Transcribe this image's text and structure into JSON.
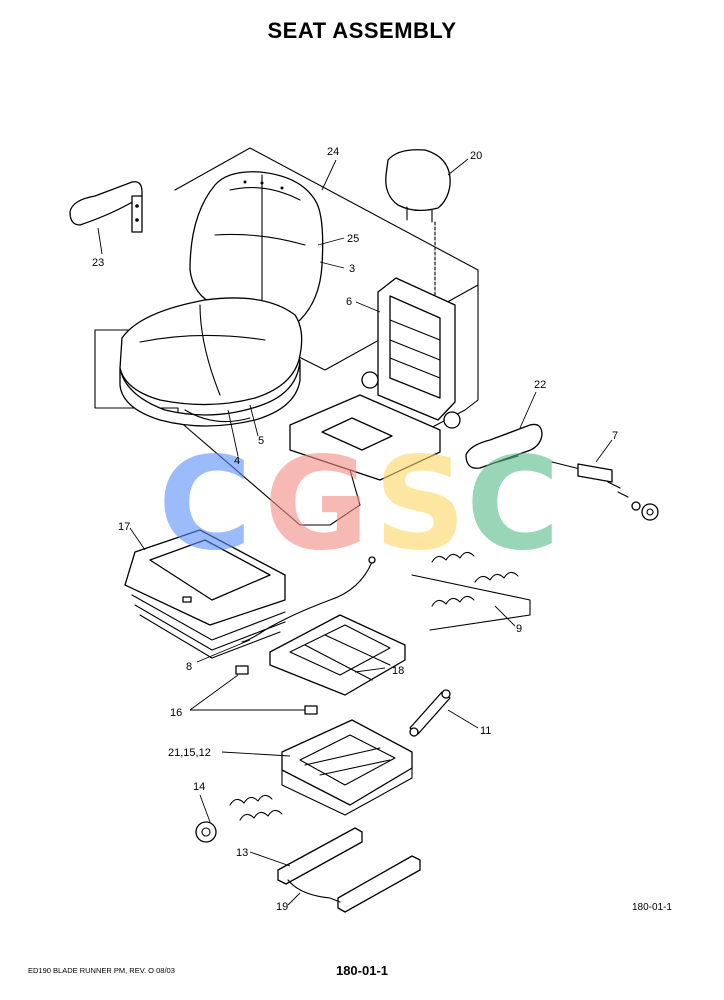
{
  "title": "SEAT ASSEMBLY",
  "figure_id": "180-01-1",
  "footer": {
    "left": "ED190 BLADE RUNNER PM, REV. O 08/03",
    "page": "180-01-1"
  },
  "watermark": {
    "letters": [
      "C",
      "G",
      "S",
      "C"
    ],
    "colors": [
      "#5b8ff9",
      "#f28b82",
      "#fdd663",
      "#57bb8a"
    ]
  },
  "callouts": {
    "c24": "24",
    "c20": "20",
    "c25": "25",
    "c3": "3",
    "c23": "23",
    "c6": "6",
    "c22": "22",
    "c7": "7",
    "c5": "5",
    "c4": "4",
    "c17": "17",
    "c9": "9",
    "c8": "8",
    "c18": "18",
    "c16": "16",
    "c11": "11",
    "c21": "21,15,12",
    "c14": "14",
    "c13": "13",
    "c19": "19"
  }
}
